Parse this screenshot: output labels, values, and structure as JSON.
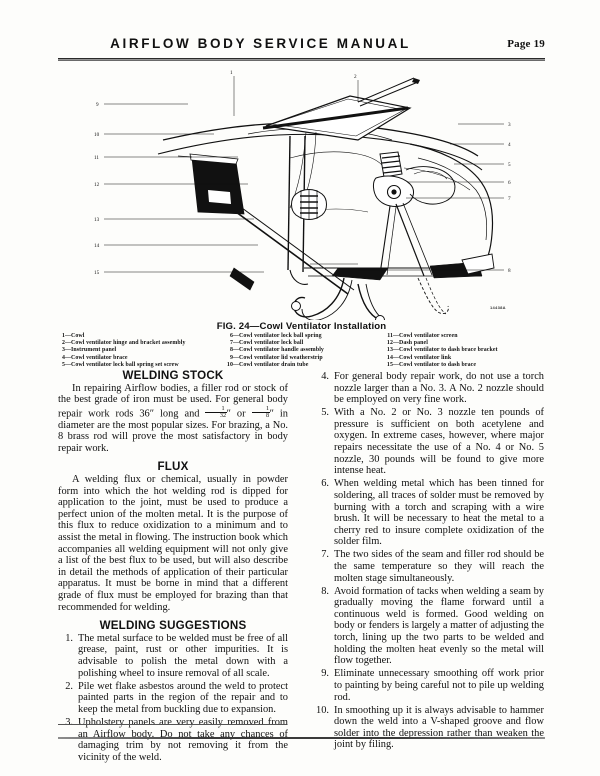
{
  "header": {
    "title": "AIRFLOW BODY SERVICE MANUAL",
    "page_label": "Page 19"
  },
  "figure": {
    "caption": "FIG. 24—Cowl Ventilator Installation",
    "plate_code": "14438A",
    "callouts_left": [
      "9",
      "10",
      "11",
      "12",
      "13",
      "14",
      "15"
    ],
    "callouts_right": [
      "3",
      "4",
      "5",
      "6",
      "7",
      "8"
    ],
    "callouts_top": [
      "1",
      "2"
    ],
    "legend_columns": [
      [
        {
          "num": "1",
          "text": "Cowl"
        },
        {
          "num": "2",
          "text": "Cowl ventilator hinge and bracket assembly"
        },
        {
          "num": "3",
          "text": "Instrument panel"
        },
        {
          "num": "4",
          "text": "Cowl ventilator brace"
        },
        {
          "num": "5",
          "text": "Cowl ventilator lock ball spring set screw"
        }
      ],
      [
        {
          "num": "6",
          "text": "Cowl ventilator lock ball spring"
        },
        {
          "num": "7",
          "text": "Cowl ventilator lock ball"
        },
        {
          "num": "8",
          "text": "Cowl ventilator handle assembly"
        },
        {
          "num": "9",
          "text": "Cowl ventilator lid weatherstrip"
        },
        {
          "num": "10",
          "text": "Cowl ventilator drain tube"
        }
      ],
      [
        {
          "num": "11",
          "text": "Cowl ventilator screen"
        },
        {
          "num": "12",
          "text": "Dash panel"
        },
        {
          "num": "13",
          "text": "Cowl ventilator to dash brace bracket"
        },
        {
          "num": "14",
          "text": "Cowl ventilator link"
        },
        {
          "num": "15",
          "text": "Cowl ventilator to dash brace"
        }
      ]
    ]
  },
  "sections": {
    "welding_stock": {
      "heading": "WELDING STOCK",
      "para_part1": "In repairing Airflow bodies, a filler rod or stock of the best grade of iron must be used. For general body repair work rods 36″ long and ",
      "frac1_n": "1",
      "frac1_d": "32",
      "para_part2": "″ or ",
      "frac2_n": "1",
      "frac2_d": "8",
      "para_part3": "″ in diameter are the most popular sizes. For brazing, a No. 8 brass rod will prove the most satisfactory in body repair work."
    },
    "flux": {
      "heading": "FLUX",
      "paragraph": "A welding flux or chemical, usually in powder form into which the hot welding rod is dipped for application to the joint, must be used to produce a perfect union of the molten metal. It is the purpose of this flux to reduce oxidization to a minimum and to assist the metal in flowing. The instruction book which accompanies all welding equipment will not only give a list of the best flux to be used, but will also describe in detail the methods of application of their particular apparatus. It must be borne in mind that a different grade of flux must be employed for brazing than that recommended for welding."
    },
    "welding_suggestions": {
      "heading": "WELDING SUGGESTIONS",
      "items_left": [
        "The metal surface to be welded must be free of all grease, paint, rust or other impurities. It is advisable to polish the metal down with a polishing wheel to insure removal of all scale.",
        "Pile wet flake asbestos around the weld to protect painted parts in the region of the repair and to keep the metal from buckling due to expansion.",
        "Upholstery panels are very easily removed from an Airflow body. Do not take any chances of damaging trim by not removing it from the vicinity of the weld."
      ],
      "items_right": [
        "For general body repair work, do not use a torch nozzle larger than a No. 3. A No. 2 nozzle should be employed on very fine work.",
        "With a No. 2 or No. 3 nozzle ten pounds of pressure is sufficient on both acetylene and oxygen. In extreme cases, however, where major repairs necessitate the use of a No. 4 or No. 5 nozzle, 30 pounds will be found to give more intense heat.",
        "When welding metal which has been tinned for soldering, all traces of solder must be removed by burning with a torch and scraping with a wire brush. It will be necessary to heat the metal to a cherry red to insure complete oxidization of the solder film.",
        "The two sides of the seam and filler rod should be the same temperature so they will reach the molten stage simultaneously.",
        "Avoid formation of tacks when welding a seam by gradually moving the flame forward until a continuous weld is formed. Good welding on body or fenders is largely a matter of adjusting the torch, lining up the two parts to be welded and holding the molten heat evenly so the metal will flow together.",
        "Eliminate unnecessary smoothing off work prior to painting by being careful not to pile up welding rod.",
        "In smoothing up it is always advisable to hammer down the weld into a V-shaped groove and flow solder into the depression rather than weaken the joint by filing."
      ]
    }
  },
  "colors": {
    "paper": "#fdfdfb",
    "ink": "#111111",
    "rule": "#2a2a2a"
  }
}
